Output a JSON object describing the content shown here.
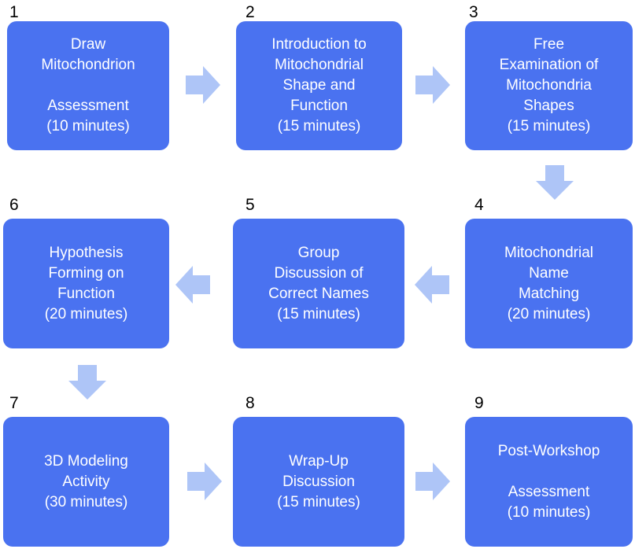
{
  "steps": [
    {
      "number": "1",
      "lines": [
        "Draw",
        "Mitochondrion",
        "",
        "Assessment",
        "(10 minutes)"
      ]
    },
    {
      "number": "2",
      "lines": [
        "Introduction to",
        "Mitochondrial",
        "Shape and",
        "Function",
        "(15 minutes)"
      ]
    },
    {
      "number": "3",
      "lines": [
        "Free",
        "Examination of",
        "Mitochondria",
        "Shapes",
        "(15 minutes)"
      ]
    },
    {
      "number": "4",
      "lines": [
        "Mitochondrial",
        "Name",
        "Matching",
        "(20 minutes)"
      ]
    },
    {
      "number": "5",
      "lines": [
        "Group",
        "Discussion of",
        "Correct Names",
        "(15 minutes)"
      ]
    },
    {
      "number": "6",
      "lines": [
        "Hypothesis",
        "Forming on",
        "Function",
        "(20 minutes)"
      ]
    },
    {
      "number": "7",
      "lines": [
        "3D Modeling",
        "Activity",
        "(30 minutes)"
      ]
    },
    {
      "number": "8",
      "lines": [
        "Wrap-Up",
        "Discussion",
        "(15 minutes)"
      ]
    },
    {
      "number": "9",
      "lines": [
        "Post-Workshop",
        "",
        "Assessment",
        "(10 minutes)"
      ]
    }
  ],
  "colors": {
    "box": "#4a72f0",
    "arrow": "#aec5f7"
  }
}
